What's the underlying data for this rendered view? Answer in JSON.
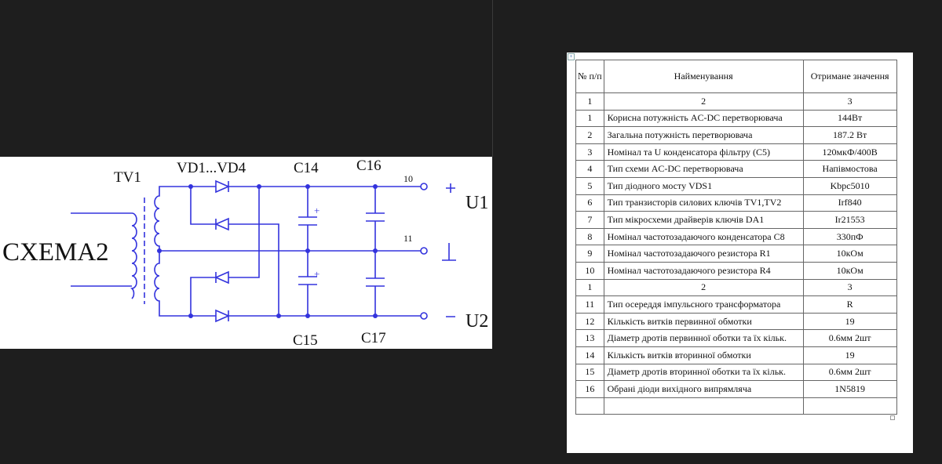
{
  "schematic": {
    "label_scheme": "CXEMA2",
    "label_transformer": "TV1",
    "label_diodes": "VD1...VD4",
    "label_c14": "C14",
    "label_c16": "C16",
    "label_c15": "C15",
    "label_c17": "C17",
    "pin_10": "10",
    "pin_11": "11",
    "plus_sign": "+",
    "minus_sign": "−",
    "ground_sign": "⊥",
    "cap_plus": "+",
    "out_u1": "U1",
    "out_u2": "U2",
    "wire_color": "#3333dd"
  },
  "table": {
    "header": {
      "num": "№ п/п",
      "name": "Найменування",
      "value": "Отримане значення"
    },
    "col_numbers": [
      "1",
      "2",
      "3"
    ],
    "rows_a": [
      {
        "n": "1",
        "name": "Корисна потужність AC-DC перетворювача",
        "value": "144Вт"
      },
      {
        "n": "2",
        "name": "Загальна потужність перетворювача",
        "value": "187.2 Вт"
      },
      {
        "n": "3",
        "name": "Номінал та U конденсатора фільтру (C5)",
        "value": "120мкФ/400В"
      },
      {
        "n": "4",
        "name": "Тип схеми AC-DC перетворювача",
        "value": "Напівмостова"
      },
      {
        "n": "5",
        "name": "Тип діодного мосту VDS1",
        "value": "Kbpc5010"
      },
      {
        "n": "6",
        "name": "Тип транзисторів силових ключів TV1,TV2",
        "value": "Irf840"
      },
      {
        "n": "7",
        "name": "Тип мікросхеми драйверів ключів DA1",
        "value": "Ir21553"
      },
      {
        "n": "8",
        "name": "Номінал частотозадаючого конденсатора C8",
        "value": "330пФ"
      },
      {
        "n": "9",
        "name": "Номінал частотозадаючого резистора R1",
        "value": "10кОм"
      },
      {
        "n": "10",
        "name": "Номінал частотозадаючого резистора R4",
        "value": "10кОм"
      }
    ],
    "rows_b": [
      {
        "n": "11",
        "name": "Тип осереддя імпульсного трансформатора",
        "value": "R"
      },
      {
        "n": "12",
        "name": "Кількість витків первинної обмотки",
        "value": "19"
      },
      {
        "n": "13",
        "name": "Діаметр дротів первинної оботки та їх кільк.",
        "value": "0.6мм 2шт"
      },
      {
        "n": "14",
        "name": "Кількість витків вторинної обмотки",
        "value": "19"
      },
      {
        "n": "15",
        "name": "Діаметр дротів вторинної оботки та їх кільк.",
        "value": "0.6мм 2шт"
      },
      {
        "n": "16",
        "name": "Обрані діоди вихідного випрямляча",
        "value": "1N5819"
      }
    ]
  }
}
